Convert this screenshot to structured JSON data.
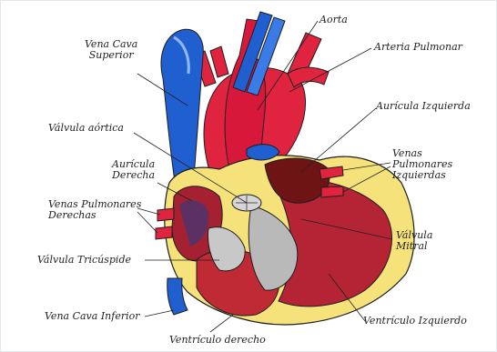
{
  "diagram": {
    "colors": {
      "artery_red": "#e0233f",
      "vein_blue": "#1f5fd0",
      "muscle_red": "#b42434",
      "dark_red": "#6e1414",
      "fat_yellow": "#f5e27a",
      "valve_gray": "#b9b9b9",
      "outline": "#1e1e1e"
    },
    "labels": {
      "vena_cava_superior": {
        "line1": "Vena Cava",
        "line2": "Superior"
      },
      "aorta": "Aorta",
      "arteria_pulmonar": "Arteria Pulmonar",
      "auricula_izquierda": "Aurícula Izquierda",
      "valvula_aortica": "Válvula aórtica",
      "auricula_derecha": {
        "line1": "Aurícula",
        "line2": "Derecha"
      },
      "venas_pulmonares_izquierdas": {
        "line1": "Venas",
        "line2": "Pulmonares",
        "line3": "Izquierdas"
      },
      "venas_pulmonares_derechas": {
        "line1": "Venas Pulmonares",
        "line2": "Derechas"
      },
      "valvula_mitral": {
        "line1": "Válvula",
        "line2": "Mitral"
      },
      "valvula_tricuspide": "Válvula Tricúspide",
      "vena_cava_inferior": "Vena Cava Inferior",
      "ventriculo_izquierdo": "Ventrículo Izquierdo",
      "ventriculo_derecho": "Ventrículo derecho"
    }
  }
}
